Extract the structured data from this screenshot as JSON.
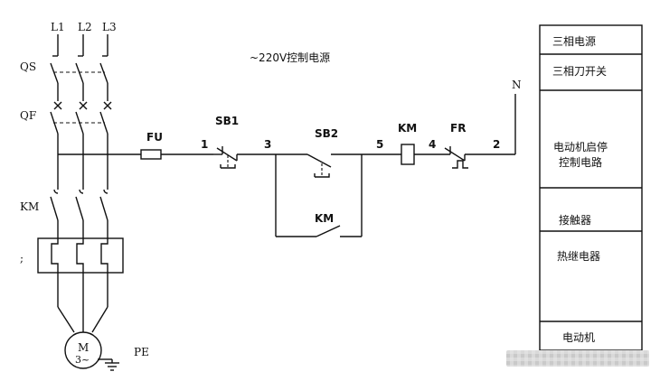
{
  "power": {
    "phases": [
      "L1",
      "L2",
      "L3"
    ],
    "qs": "QS",
    "qf": "QF",
    "km_main": "KM",
    "semicolon": ";"
  },
  "control": {
    "title": "~220V控制电源",
    "n_label": "N",
    "fu": "FU",
    "sb1": "SB1",
    "sb2": "SB2",
    "km_coil": "KM",
    "fr": "FR",
    "km_aux": "KM",
    "nodes": [
      "1",
      "3",
      "5",
      "4",
      "2"
    ]
  },
  "motor": {
    "m": "M",
    "phase_sym": "3~",
    "pe": "PE"
  },
  "side_panel": {
    "items": [
      "三相电源",
      "三相刀开关",
      "电动机启停控制电路",
      "接触器",
      "热继电器",
      "电动机"
    ],
    "line_a": "电动机启停",
    "line_b": "控制电路"
  }
}
